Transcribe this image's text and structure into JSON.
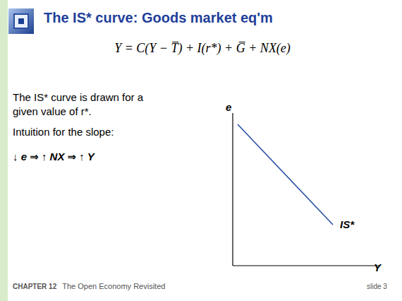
{
  "diagram": {
    "title": "The IS* curve:  Goods market eq'm",
    "labels": [
      "Y = C(Y − T̅) + I(r*) + G̅ + NX(e)",
      "The IS* curve is drawn for a given value of r*.",
      "Intuition for the slope:",
      "↓ e ⇒ ↑ NX ⇒ ↑ Y",
      "e",
      "IS*",
      "Y",
      "CHAPTER 12",
      "The Open Economy Revisited",
      "slide 3"
    ]
  }
}
